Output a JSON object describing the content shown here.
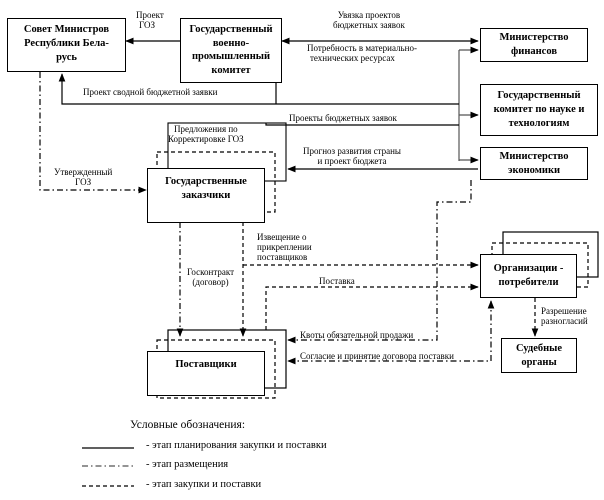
{
  "diagram": {
    "nodes": {
      "council": "Совет Министров Республики Бела-русь",
      "military_committee": "Государственный военно-промышленный комитет",
      "min_finance": "Министерство финансов",
      "science_committee": "Государственный комитет по науке и технологиям",
      "min_economy": "Министерство экономики",
      "state_customers": "Государственные заказчики",
      "consumers": "Организации - потребители",
      "courts": "Судебные органы",
      "suppliers": "Поставщики"
    },
    "node_lines": {
      "council": [
        "Совет Министров",
        "Республики Бела-",
        "русь"
      ],
      "military_committee": [
        "Государственный",
        "военно-",
        "промышленный",
        "комитет"
      ],
      "min_finance": [
        "Министерство",
        "финансов"
      ],
      "science_committee": [
        "Государственный",
        "комитет по науке и",
        "технологиям"
      ],
      "min_economy": [
        "Министерство",
        "экономики"
      ],
      "state_customers": [
        "Государственные",
        "заказчики"
      ],
      "consumers": [
        "Организации -",
        "потребители"
      ],
      "courts": [
        "Судебные",
        "органы"
      ],
      "suppliers": [
        "Поставщики"
      ]
    },
    "edge_labels": {
      "project_goz": [
        "Проект",
        "ГОЗ"
      ],
      "budget_link": [
        "Увязка проектов",
        "бюджетных заявок"
      ],
      "material_need": [
        "Потребность в материально-",
        "технических ресурсах"
      ],
      "consolidated_budget": "Проект сводной бюджетной заявки",
      "budget_projects": "Проекты бюджетных заявок",
      "goz_proposals": [
        "Предложения по",
        "Корректировке ГОЗ"
      ],
      "forecast": [
        "Прогноз развития страны",
        "и проект бюджета"
      ],
      "approved_goz": [
        "Утвержденный",
        "ГОЗ"
      ],
      "attachment_notice": [
        "Извещение о",
        "прикреплении",
        "поставщиков"
      ],
      "state_contract": [
        "Госконтракт",
        "(договор)"
      ],
      "delivery": "Поставка",
      "quotas": "Квоты обязательной продажи",
      "agreement": "Согласие и принятие договора поставки",
      "dispute": [
        "Разрешение",
        "разногласий"
      ]
    }
  },
  "legend": {
    "title": "Условные обозначения:",
    "items": [
      {
        "style": "solid",
        "label": "- этап планирования  закупки и поставки"
      },
      {
        "style": "dash-dot",
        "label": "- этап размещения"
      },
      {
        "style": "dashed",
        "label": "- этап закупки и поставки"
      }
    ]
  }
}
